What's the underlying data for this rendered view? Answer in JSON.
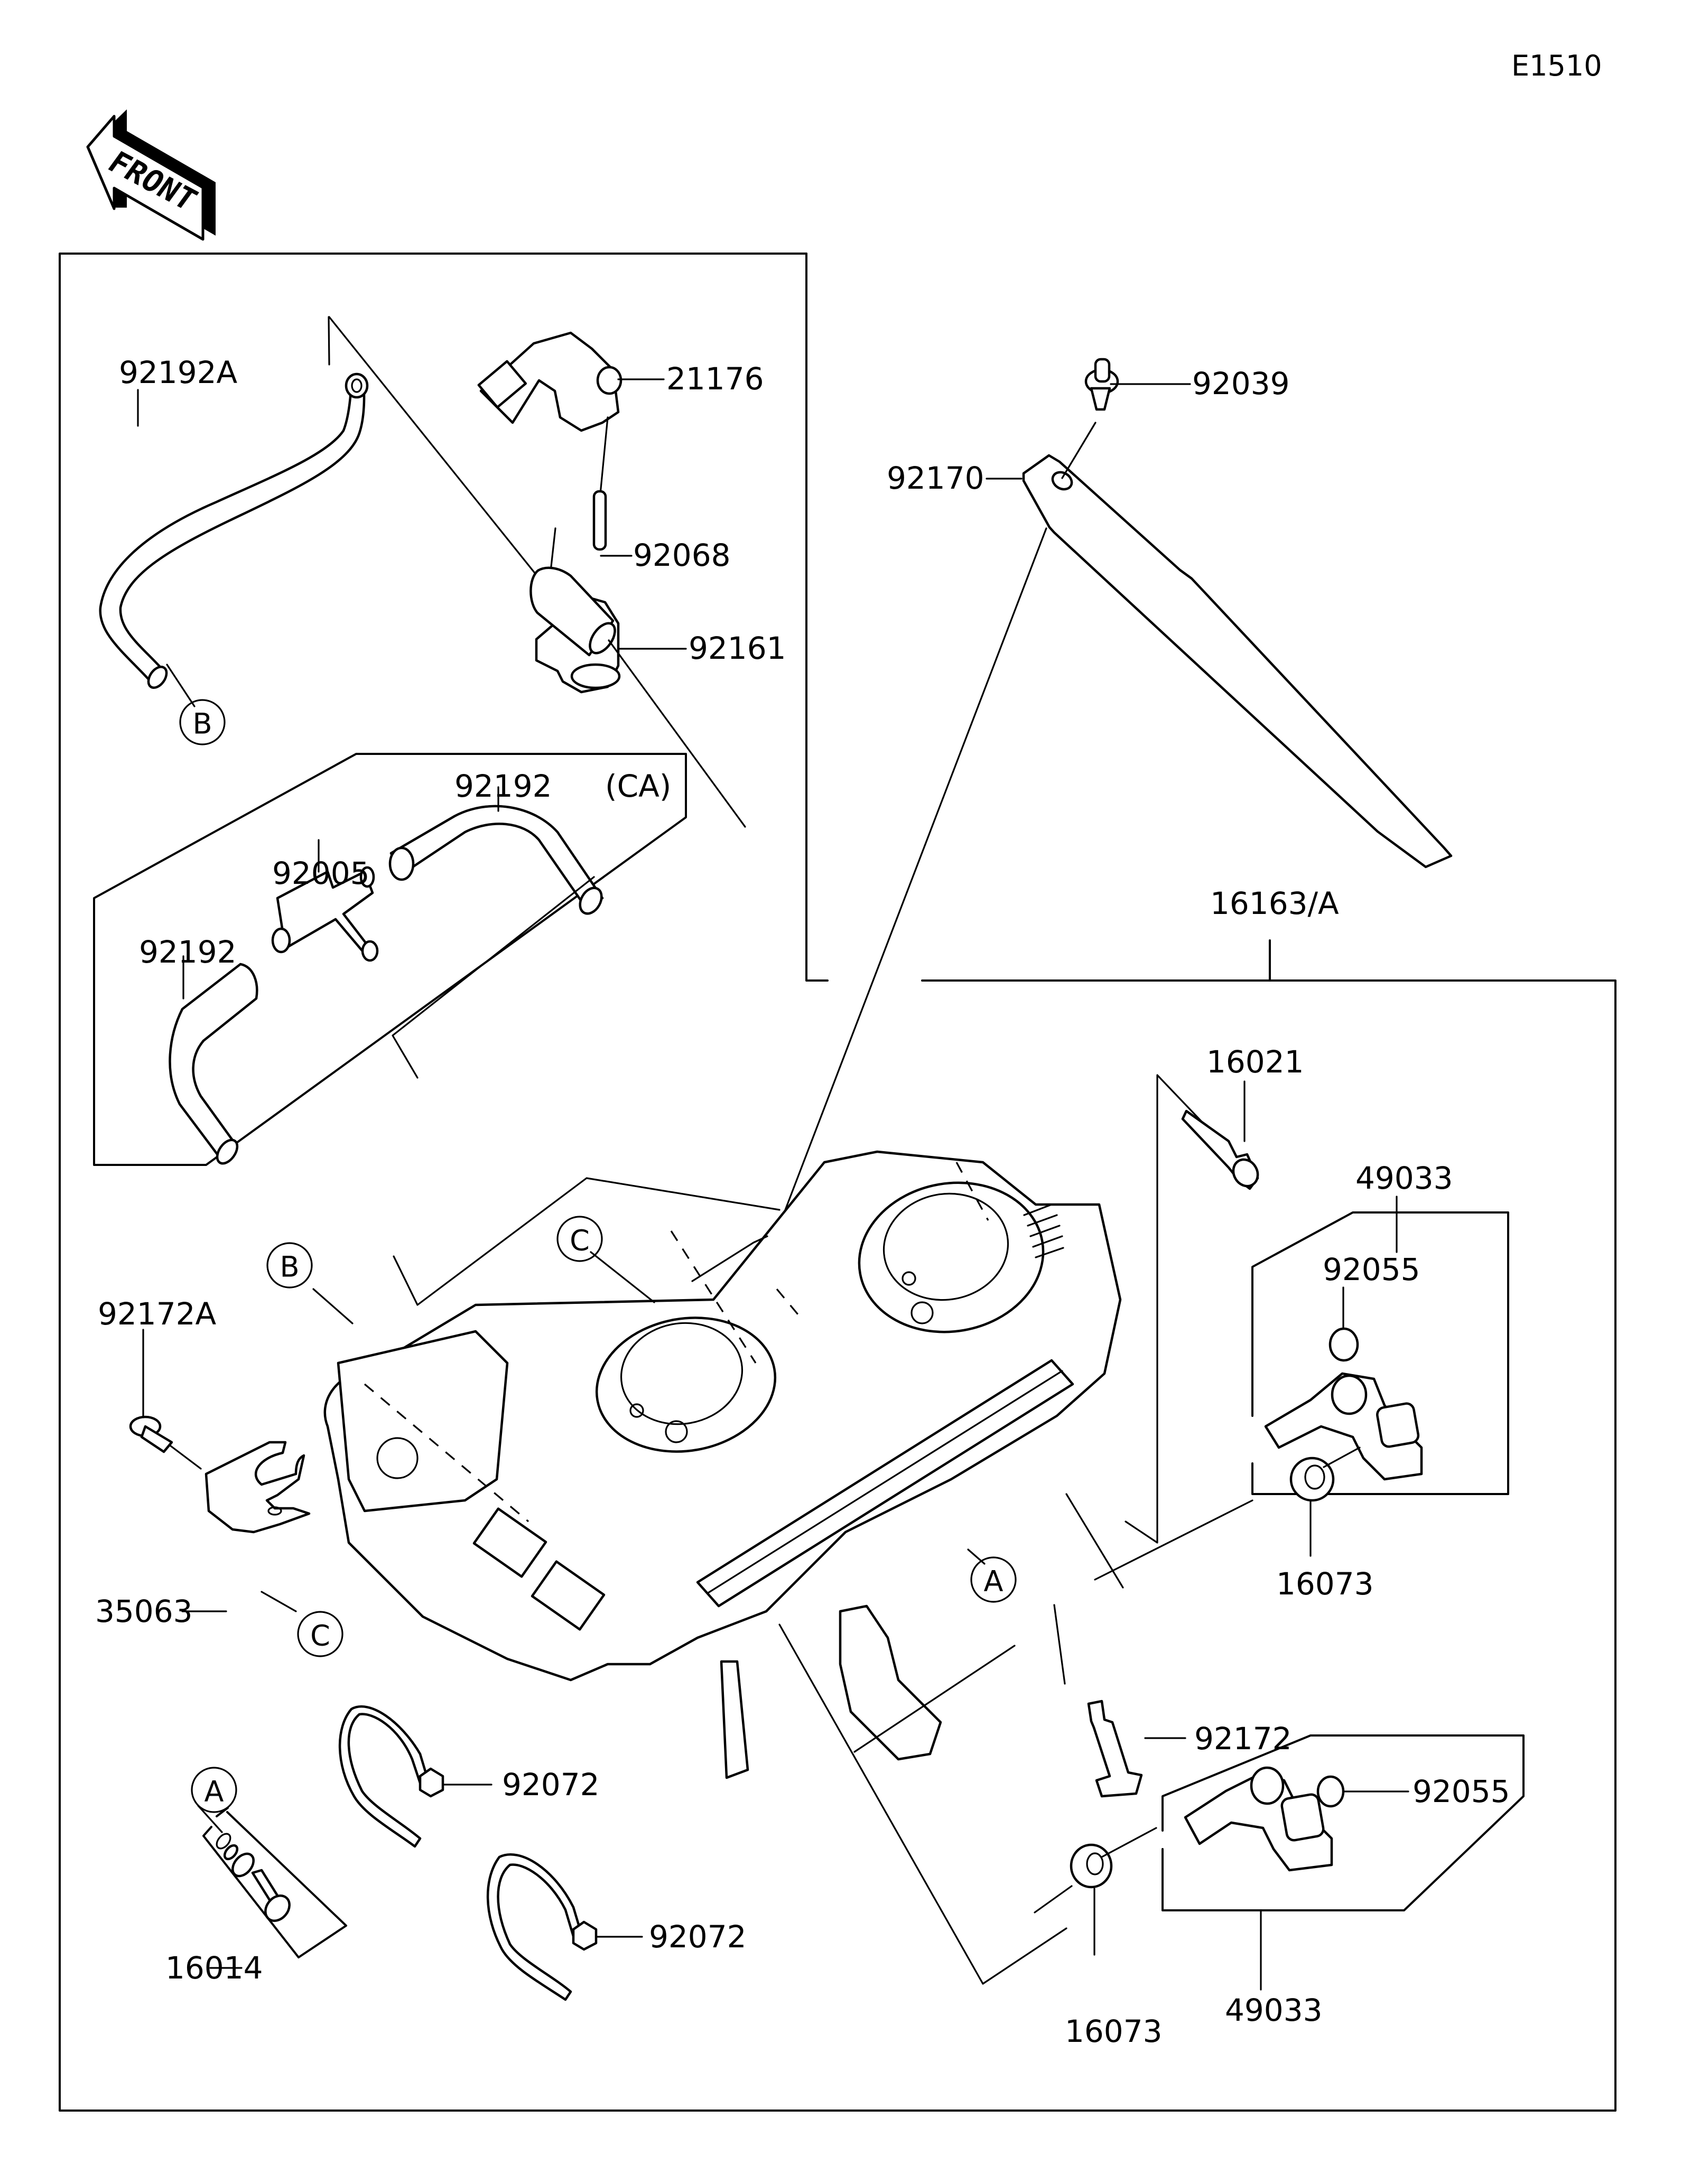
{
  "diagram": {
    "code": "E1510",
    "direction_label": "FRONT",
    "variant_note": "(CA)"
  },
  "parts": [
    {
      "id": "p-92192A",
      "number": "92192A",
      "description_icon": "breather-hose-icon"
    },
    {
      "id": "p-21176",
      "number": "21176",
      "description_icon": "pressure-sensor-icon"
    },
    {
      "id": "p-92161",
      "number": "92161",
      "description_icon": "damper-icon"
    },
    {
      "id": "p-92039",
      "number": "92039",
      "description_icon": "clip-rivet-icon"
    },
    {
      "id": "p-92170",
      "number": "92170",
      "description_icon": "strap-clamp-icon"
    },
    {
      "id": "p-92192-upper",
      "number": "92192",
      "description_icon": "hose-icon"
    },
    {
      "id": "p-92192-lower",
      "number": "92192",
      "description_icon": "hose-icon"
    },
    {
      "id": "p-92005",
      "number": "92005",
      "description_icon": "t-fitting-icon"
    },
    {
      "id": "p-92068",
      "number": "92068",
      "description_icon": "cap-icon"
    },
    {
      "id": "p-16163A",
      "number": "16163/A",
      "description_icon": "throttle-body-icon"
    },
    {
      "id": "p-16021",
      "number": "16021",
      "description_icon": "screw-icon"
    },
    {
      "id": "p-49033-upper",
      "number": "49033",
      "description_icon": "injector-icon"
    },
    {
      "id": "p-92055-upper",
      "number": "92055",
      "description_icon": "o-ring-icon"
    },
    {
      "id": "p-16073-upper",
      "number": "16073",
      "description_icon": "seal-icon"
    },
    {
      "id": "p-92172A",
      "number": "92172A",
      "description_icon": "bolt-icon"
    },
    {
      "id": "p-35063",
      "number": "35063",
      "description_icon": "bracket-icon"
    },
    {
      "id": "p-92172",
      "number": "92172",
      "description_icon": "bolt-icon"
    },
    {
      "id": "p-92072-upper",
      "number": "92072",
      "description_icon": "cable-tie-icon"
    },
    {
      "id": "p-92072-lower",
      "number": "92072",
      "description_icon": "cable-tie-icon"
    },
    {
      "id": "p-92055-lower",
      "number": "92055",
      "description_icon": "o-ring-icon"
    },
    {
      "id": "p-49033-lower",
      "number": "49033",
      "description_icon": "injector-icon"
    },
    {
      "id": "p-16073-lower",
      "number": "16073",
      "description_icon": "seal-icon"
    },
    {
      "id": "p-16014",
      "number": "16014",
      "description_icon": "screw-set-icon"
    }
  ],
  "reference_markers": {
    "b_hose": "B",
    "b_body": "B",
    "c_body": "C",
    "c_bracket": "C",
    "a_body": "A",
    "a_kit": "A"
  }
}
